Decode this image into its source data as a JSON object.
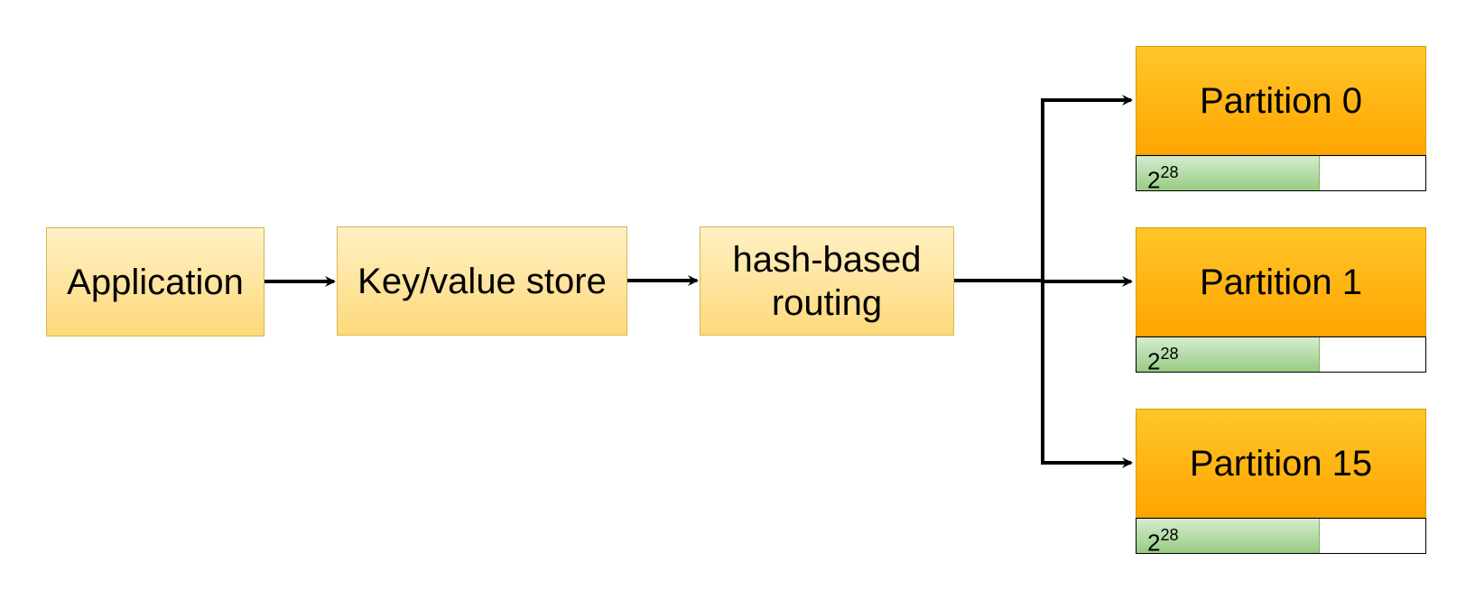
{
  "nodes": {
    "application": "Application",
    "kv_store": "Key/value store",
    "routing_line1": "hash-based",
    "routing_line2": "routing"
  },
  "partitions": [
    {
      "label": "Partition 0",
      "capacity_base": "2",
      "capacity_exp": "28"
    },
    {
      "label": "Partition 1",
      "capacity_base": "2",
      "capacity_exp": "28"
    },
    {
      "label": "Partition 15",
      "capacity_base": "2",
      "capacity_exp": "28"
    }
  ],
  "colors": {
    "light_box_top": "#fff0c4",
    "light_box_bottom": "#fdd97a",
    "partition_top": "#ffc62a",
    "partition_bottom": "#ffa500",
    "capacity_fill_top": "#d5ecd0",
    "capacity_fill_bottom": "#98cc82",
    "arrow": "#000000"
  },
  "capacity_fill_fraction": 0.63
}
